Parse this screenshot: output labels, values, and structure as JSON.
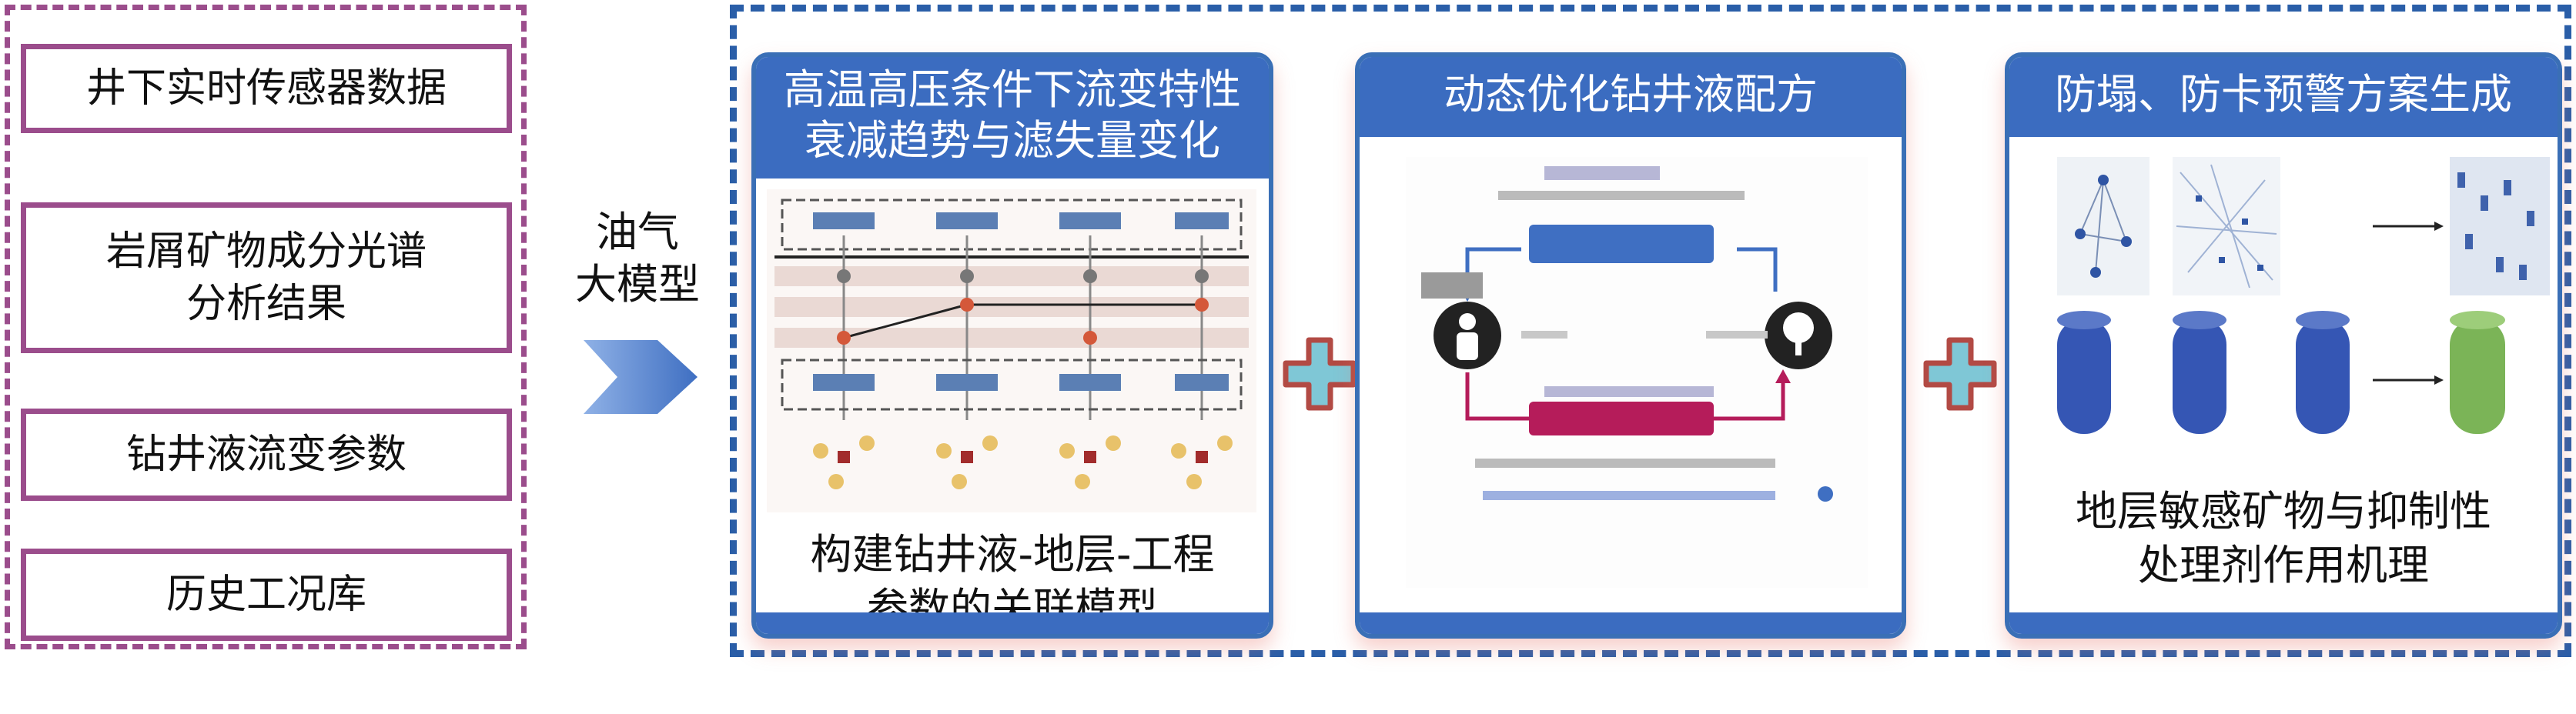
{
  "inputs": {
    "items": [
      {
        "label": "井下实时传感器数据"
      },
      {
        "label": "岩屑矿物成分光谱\n分析结果"
      },
      {
        "label": "钻井液流变参数"
      },
      {
        "label": "历史工况库"
      }
    ]
  },
  "model": {
    "label": "油气\n大模型"
  },
  "cards": [
    {
      "title": "高温高压条件下流变特性\n衰减趋势与滤失量变化",
      "caption": "构建钻井液-地层-工程\n参数的关联模型"
    },
    {
      "title": "动态优化钻井液配方",
      "caption": ""
    },
    {
      "title": "防塌、防卡预警方案生成",
      "caption": "地层敏感矿物与抑制性\n处理剂作用机理"
    }
  ],
  "colors": {
    "input_border": "#9b4d8c",
    "frame_border": "#2a5ea8",
    "card_header": "#3b6cc0",
    "arrow": "#3f6fc2",
    "plus_fill": "#7fc7d6",
    "plus_border": "#b24a44"
  }
}
